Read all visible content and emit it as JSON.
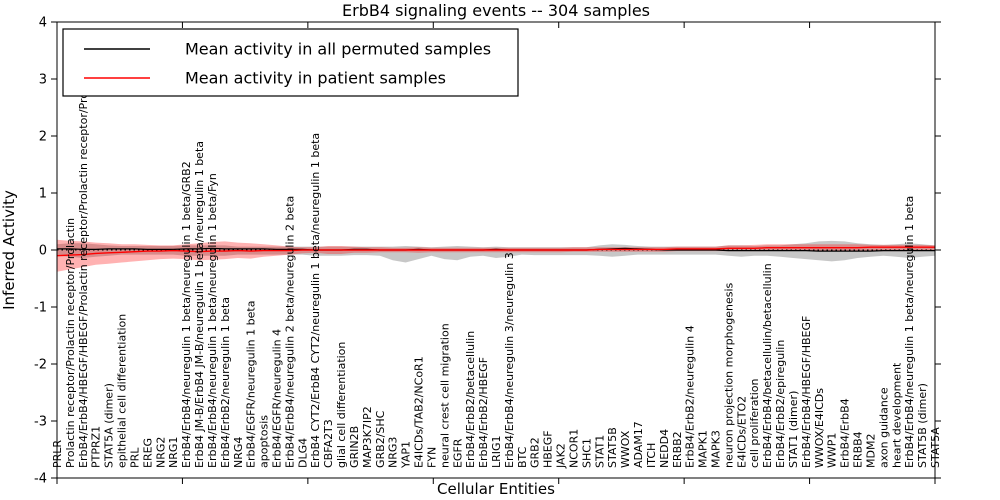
{
  "window": {
    "title": "ErbB4 signaling events -- 304 samples"
  },
  "legend": {
    "entries": [
      {
        "label": "Mean activity in all permuted samples",
        "color": "#000000"
      },
      {
        "label": "Mean activity in patient samples",
        "color": "#ff0000"
      }
    ]
  },
  "colors": {
    "permuted_line": "#000000",
    "patient_line": "#ff0000",
    "permuted_band": "rgba(0,0,0,0.22)",
    "patient_band": "rgba(255,0,0,0.30)",
    "frame": "#000000",
    "background": "#ffffff"
  },
  "chart_data": {
    "type": "line",
    "title": "ErbB4 signaling events -- 304 samples",
    "xlabel": "Cellular Entities",
    "ylabel": "Inferred Activity",
    "ylim": [
      -4,
      4
    ],
    "yticks": [
      4,
      3,
      2,
      1,
      0,
      -1,
      -2,
      -3,
      -4
    ],
    "x_major_ticks": 8,
    "grid": false,
    "legend_position": "upper left",
    "zero_line": "dotted",
    "categories": [
      "PRLR",
      "Prolactin receptor/Prolactin receptor/Prolactin",
      "ErbB4/ErbB4/HBEGF/HBEGF/Prolactin receptor/Prolactin receptor/Prolactin",
      "PTPRZ1",
      "STAT5A (dimer)",
      "epithelial cell differentiation",
      "PRL",
      "EREG",
      "NRG2",
      "NRG1",
      "ErbB4/ErbB4/neuregulin 1 beta/neuregulin 1 beta/GRB2",
      "ErbB4 JM-B/ErbB4 JM-B/neuregulin 1 beta/neuregulin 1 beta",
      "ErbB4/ErbB4/neuregulin 1 beta/neuregulin 1 beta/Fyn",
      "ErbB4/ErbB2/neuregulin 1 beta",
      "NRG4",
      "ErbB4/EGFR/neuregulin 1 beta",
      "apoptosis",
      "ErbB4/EGFR/neuregulin 4",
      "ErbB4/ErbB4/neuregulin 2 beta/neuregulin 2 beta",
      "DLG4",
      "ErbB4 CYT2/ErbB4 CYT2/neuregulin 1 beta/neuregulin 1 beta",
      "CBFA2T3",
      "glial cell differentiation",
      "GRIN2B",
      "MAP3K7IP2",
      "GRB2/SHC",
      "NRG3",
      "YAP1",
      "E4ICDs/TAB2/NCoR1",
      "FYN",
      "neural crest cell migration",
      "EGFR",
      "ErbB4/ErbB2/betacellulin",
      "ErbB4/ErbB2/HBEGF",
      "LRIG1",
      "ErbB4/ErbB4/neuregulin 3/neuregulin 3",
      "BTC",
      "GRB2",
      "HBEGF",
      "JAK2",
      "NCOR1",
      "SHC1",
      "STAT1",
      "STAT5B",
      "WWOX",
      "ADAM17",
      "ITCH",
      "NEDD4",
      "ERBB2",
      "ErbB4/ErbB2/neuregulin 4",
      "MAPK1",
      "MAPK3",
      "neuron projection morphogenesis",
      "E4ICDs/ETO2",
      "cell proliferation",
      "ErbB4/ErbB4/betacellulin/betacellulin",
      "ErbB4/ErbB2/epiregulin",
      "STAT1 (dimer)",
      "ErbB4/ErbB4/HBEGF/HBEGF",
      "WWOX/E4ICDs",
      "WWP1",
      "ErbB4/ErbB4",
      "ERBB4",
      "MDM2",
      "axon guidance",
      "heart development",
      "ErbB4/ErbB4/neuregulin 1 beta/neuregulin 1 beta",
      "STAT5B (dimer)",
      "STAT5A"
    ],
    "series": [
      {
        "name": "Mean activity in all permuted samples",
        "values": [
          0.02,
          0.02,
          0.01,
          0.01,
          0.02,
          0.02,
          0.02,
          0.01,
          0.01,
          0.01,
          0.02,
          0.02,
          0.03,
          0.02,
          0.02,
          0.02,
          0.02,
          0.01,
          0.01,
          0.01,
          0.0,
          0.0,
          0.0,
          0.01,
          0.01,
          0.0,
          0.0,
          0.0,
          0.01,
          0.0,
          0.0,
          0.0,
          0.0,
          0.0,
          0.01,
          0.0,
          0.0,
          0.0,
          0.0,
          0.0,
          0.0,
          0.0,
          0.01,
          0.02,
          0.03,
          0.02,
          0.01,
          0.0,
          0.0,
          0.0,
          0.0,
          0.0,
          -0.01,
          -0.01,
          -0.01,
          -0.01,
          -0.01,
          -0.01,
          -0.01,
          -0.02,
          -0.02,
          -0.02,
          -0.02,
          -0.02,
          -0.01,
          -0.01,
          -0.01,
          -0.01,
          -0.01
        ],
        "band_hi": [
          0.1,
          0.12,
          0.12,
          0.1,
          0.08,
          0.07,
          0.07,
          0.07,
          0.07,
          0.07,
          0.08,
          0.08,
          0.08,
          0.08,
          0.06,
          0.06,
          0.06,
          0.06,
          0.06,
          0.06,
          0.06,
          0.06,
          0.06,
          0.06,
          0.06,
          0.06,
          0.06,
          0.07,
          0.06,
          0.05,
          0.06,
          0.07,
          0.06,
          0.05,
          0.06,
          0.05,
          0.05,
          0.05,
          0.05,
          0.05,
          0.05,
          0.05,
          0.08,
          0.1,
          0.09,
          0.07,
          0.06,
          0.06,
          0.06,
          0.06,
          0.06,
          0.06,
          0.08,
          0.08,
          0.07,
          0.08,
          0.08,
          0.1,
          0.12,
          0.15,
          0.16,
          0.15,
          0.12,
          0.1,
          0.09,
          0.1,
          0.12,
          0.1,
          0.08
        ],
        "band_lo": [
          -0.1,
          -0.12,
          -0.14,
          -0.12,
          -0.1,
          -0.08,
          -0.08,
          -0.08,
          -0.08,
          -0.08,
          -0.1,
          -0.1,
          -0.1,
          -0.1,
          -0.08,
          -0.08,
          -0.08,
          -0.08,
          -0.08,
          -0.08,
          -0.1,
          -0.1,
          -0.1,
          -0.09,
          -0.09,
          -0.1,
          -0.18,
          -0.22,
          -0.16,
          -0.1,
          -0.16,
          -0.18,
          -0.12,
          -0.1,
          -0.14,
          -0.12,
          -0.08,
          -0.09,
          -0.09,
          -0.09,
          -0.09,
          -0.09,
          -0.1,
          -0.12,
          -0.1,
          -0.08,
          -0.08,
          -0.08,
          -0.08,
          -0.08,
          -0.08,
          -0.08,
          -0.1,
          -0.12,
          -0.1,
          -0.1,
          -0.12,
          -0.14,
          -0.16,
          -0.18,
          -0.2,
          -0.18,
          -0.14,
          -0.12,
          -0.1,
          -0.12,
          -0.14,
          -0.12,
          -0.1
        ]
      },
      {
        "name": "Mean activity in patient samples",
        "values": [
          -0.1,
          -0.09,
          -0.08,
          -0.06,
          -0.05,
          -0.04,
          -0.03,
          -0.02,
          -0.02,
          -0.01,
          -0.02,
          -0.03,
          -0.02,
          -0.02,
          -0.01,
          -0.02,
          -0.01,
          -0.01,
          -0.01,
          0.0,
          0.0,
          0.0,
          0.0,
          0.0,
          0.0,
          0.0,
          0.0,
          0.0,
          0.0,
          0.0,
          0.0,
          0.0,
          0.0,
          0.0,
          0.0,
          0.0,
          0.0,
          0.0,
          0.0,
          0.0,
          0.0,
          0.0,
          0.01,
          0.01,
          0.01,
          0.01,
          0.01,
          0.01,
          0.02,
          0.02,
          0.02,
          0.02,
          0.03,
          0.03,
          0.03,
          0.04,
          0.04,
          0.04,
          0.04,
          0.04,
          0.04,
          0.04,
          0.04,
          0.05,
          0.05,
          0.05,
          0.05,
          0.05,
          0.05
        ],
        "band_hi": [
          0.18,
          0.16,
          0.15,
          0.13,
          0.12,
          0.1,
          0.1,
          0.09,
          0.08,
          0.08,
          0.1,
          0.12,
          0.14,
          0.15,
          0.13,
          0.12,
          0.1,
          0.08,
          0.06,
          0.05,
          0.05,
          0.07,
          0.07,
          0.06,
          0.05,
          0.05,
          0.04,
          0.04,
          0.05,
          0.04,
          0.04,
          0.04,
          0.04,
          0.04,
          0.04,
          0.04,
          0.04,
          0.04,
          0.04,
          0.04,
          0.05,
          0.05,
          0.05,
          0.05,
          0.05,
          0.05,
          0.05,
          0.05,
          0.06,
          0.06,
          0.06,
          0.06,
          0.08,
          0.08,
          0.09,
          0.1,
          0.1,
          0.1,
          0.1,
          0.1,
          0.1,
          0.1,
          0.1,
          0.09,
          0.09,
          0.09,
          0.09,
          0.09,
          0.08
        ],
        "band_lo": [
          -0.38,
          -0.34,
          -0.3,
          -0.26,
          -0.24,
          -0.22,
          -0.2,
          -0.18,
          -0.16,
          -0.15,
          -0.16,
          -0.18,
          -0.17,
          -0.16,
          -0.14,
          -0.15,
          -0.12,
          -0.1,
          -0.08,
          -0.06,
          -0.05,
          -0.07,
          -0.07,
          -0.05,
          -0.05,
          -0.04,
          -0.04,
          -0.04,
          -0.05,
          -0.04,
          -0.04,
          -0.04,
          -0.04,
          -0.04,
          -0.04,
          -0.04,
          -0.04,
          -0.04,
          -0.04,
          -0.04,
          -0.03,
          -0.03,
          -0.03,
          -0.03,
          -0.03,
          -0.03,
          -0.03,
          -0.03,
          -0.02,
          -0.02,
          -0.02,
          -0.02,
          -0.02,
          -0.02,
          -0.02,
          -0.02,
          -0.01,
          -0.01,
          -0.01,
          -0.01,
          -0.01,
          -0.01,
          -0.01,
          -0.02,
          -0.02,
          -0.02,
          -0.02,
          -0.02,
          0.0
        ]
      }
    ]
  }
}
